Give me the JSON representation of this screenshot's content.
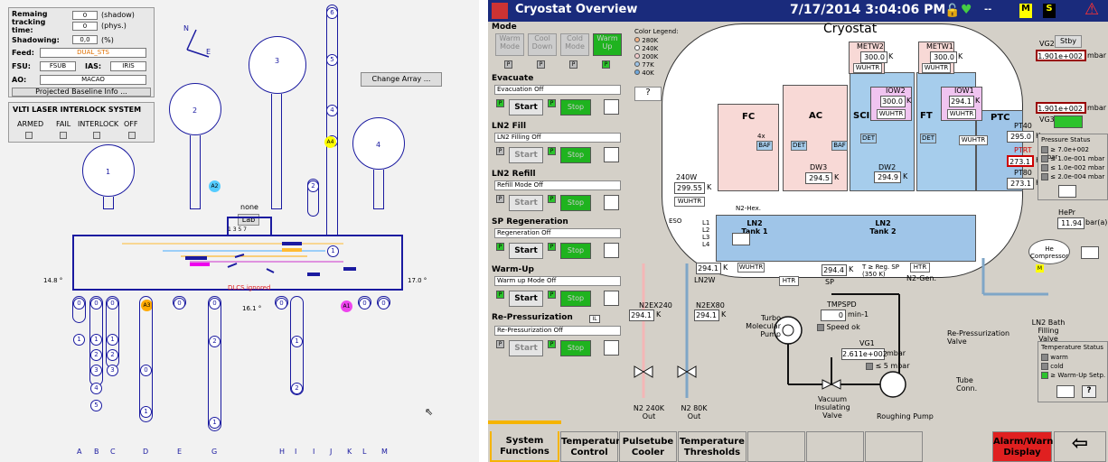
{
  "left": {
    "remaining_label": "Remaing tracking time:",
    "remaining_shadow_val": "0",
    "remaining_shadow_unit": "(shadow)",
    "remaining_phys_val": "0",
    "remaining_phys_unit": "(phys.)",
    "shadowing_label": "Shadowing:",
    "shadowing_val": "0,0",
    "shadowing_unit": "(%)",
    "feed_label": "Feed:",
    "feed_val": "DUAL_STS",
    "fsu_label": "FSU:",
    "fsu_val": "FSUB",
    "ias_label": "IAS:",
    "ias_val": "IRIS",
    "ao_label": "AO:",
    "ao_val": "MACAO",
    "projected_button": "Projected Baseline Info ...",
    "change_array_button": "Change Array ...",
    "interlock": {
      "title": "VLTI LASER INTERLOCK SYSTEM",
      "items": [
        "ARMED",
        "FAIL",
        "INTERLOCK",
        "OFF"
      ]
    },
    "compass_n": "N",
    "compass_e": "E",
    "lab_label": "Lab",
    "lab_none": "none",
    "lab_numbers": "1   3   5   7",
    "dlcs_text": "DLCS ignored",
    "left_angle": "14.8 °",
    "right_angle": "17.0 °",
    "bottom_angle": "16.1 °",
    "telescopes": [
      "1",
      "2",
      "3",
      "4"
    ],
    "tracks": [
      "A1",
      "A2",
      "A3",
      "A4"
    ],
    "axis_labels": [
      "A",
      "B",
      "C",
      "D",
      "E",
      "G",
      "H",
      "I",
      "J",
      "K",
      "L",
      "M"
    ],
    "station_numbers": [
      "0",
      "1",
      "2",
      "3",
      "4",
      "5",
      "6"
    ]
  },
  "right": {
    "title": "Cryostat Overview",
    "datetime": "7/17/2014 3:04:06 PM",
    "header_dashes": "--",
    "header_m": "M",
    "header_s": "S",
    "mode": {
      "title": "Mode",
      "buttons": [
        "Warm Mode",
        "Cool Down",
        "Cold Mode",
        "Warm Up"
      ]
    },
    "color_legend": {
      "title": "Color Legend:",
      "items": [
        {
          "label": "280K",
          "color": "#f4b183"
        },
        {
          "label": "240K",
          "color": "#ffffff"
        },
        {
          "label": "200K",
          "color": "#f4cccc"
        },
        {
          "label": "77K",
          "color": "#9fc5e8"
        },
        {
          "label": "40K",
          "color": "#6fa8dc"
        }
      ]
    },
    "sections": [
      {
        "title": "Evacuate",
        "status": "Evacuation Off"
      },
      {
        "title": "LN2 Fill",
        "status": "LN2 Filling Off"
      },
      {
        "title": "LN2 Refill",
        "status": "Refill Mode Off"
      },
      {
        "title": "SP Regeneration",
        "status": "Regeneration Off"
      },
      {
        "title": "Warm-Up",
        "status": "Warm up Mode Off"
      },
      {
        "title": "Re-Pressurization",
        "status": "Re-Pressurization Off"
      }
    ],
    "start_label": "Start",
    "stop_label": "Stop",
    "p_label": "P",
    "il_label": "IL",
    "cryostat_title": "Cryostat",
    "compartments": [
      "FC",
      "AC",
      "SCI",
      "FT",
      "PTC"
    ],
    "metw2": {
      "label": "METW2",
      "value": "300.0",
      "unit": "K"
    },
    "metw1": {
      "label": "METW1",
      "value": "300.0",
      "unit": "K"
    },
    "iow2": {
      "label": "IOW2",
      "value": "300.0",
      "unit": "K"
    },
    "iow1": {
      "label": "IOW1",
      "value": "294.1",
      "unit": "K"
    },
    "pt40": {
      "label": "PT40",
      "value": "295.0",
      "unit": "K"
    },
    "ptrt": {
      "label": "PTRT",
      "value": "273.1",
      "unit": "K"
    },
    "pt80": {
      "label": "PT80",
      "value": "273.1",
      "unit": "K"
    },
    "dw3": {
      "label": "DW3",
      "value": "294.5",
      "unit": "K"
    },
    "dw2": {
      "label": "DW2",
      "value": "294.9",
      "unit": "K"
    },
    "w240": {
      "label": "240W",
      "value": "299.55",
      "unit": "K"
    },
    "ln2w": {
      "label": "LN2W",
      "value": "294.1",
      "unit": "K"
    },
    "sp": {
      "label": "SP",
      "value": "294.4",
      "unit": "K"
    },
    "n2ex240": {
      "label": "N2EX240",
      "value": "294.1",
      "unit": "K"
    },
    "n2ex80": {
      "label": "N2EX80",
      "value": "294.1",
      "unit": "K"
    },
    "vg1": {
      "label": "VG1",
      "value": "2.611e+002",
      "unit": "mbar"
    },
    "vg2": {
      "label": "VG2",
      "value": "1.901e+002",
      "unit": "mbar"
    },
    "vg3": {
      "label": "VG3",
      "value": "1.901e+002",
      "unit": "mbar"
    },
    "tmpspd": {
      "label": "TMPSPD",
      "value": "0",
      "unit": "min-1"
    },
    "hepr": {
      "label": "HePr",
      "value": "11.94",
      "unit": "bar(a)"
    },
    "stby": "Stby",
    "baf": "BAF",
    "det": "DET",
    "wuhtr": "WUHTR",
    "htr": "HTR",
    "fourx": "4x",
    "n2hex": "N2-Hex.",
    "n2gen": "N2-Gen.",
    "eso": "ESO",
    "ln2_tank1": "LN2 Tank 1",
    "ln2_tank2": "LN2 Tank 2",
    "tge_reg": "T ≥ Reg. SP (350 K)",
    "l_labels": [
      "L1",
      "L2",
      "L3",
      "L4"
    ],
    "pressure_status": {
      "title": "Pressure Status",
      "items": [
        "≥ 7.0e+002 mbar",
        "≤ 1.0e-001 mbar",
        "≤ 1.0e-002 mbar",
        "≤ 2.0e-004 mbar"
      ]
    },
    "temperature_status": {
      "title": "Temperature Status",
      "items": [
        "warm",
        "cold",
        "≥ Warm-Up Setp."
      ]
    },
    "speed_ok": "Speed ok",
    "le5": "≤ 5  mbar",
    "turbo": "Turbo Molecular Pump",
    "vacuum_valve": "Vacuum Insulating Valve",
    "roughing": "Roughing Pump",
    "tube_conn": "Tube Conn.",
    "repress_valve": "Re-Pressurization Valve",
    "ln2bath": "LN2 Bath Filling Valve",
    "he_comp": "He Compressor",
    "n2_240k_out": "N2 240K Out",
    "n2_80k_out": "N2 80K Out",
    "tabs": [
      "System Functions",
      "Temperature Control",
      "Pulsetube Cooler",
      "Temperature Thresholds",
      "",
      "",
      "",
      "Alarm/Warn Display"
    ],
    "accent": "#1a2b7c",
    "alarm_color": "#e02020"
  }
}
